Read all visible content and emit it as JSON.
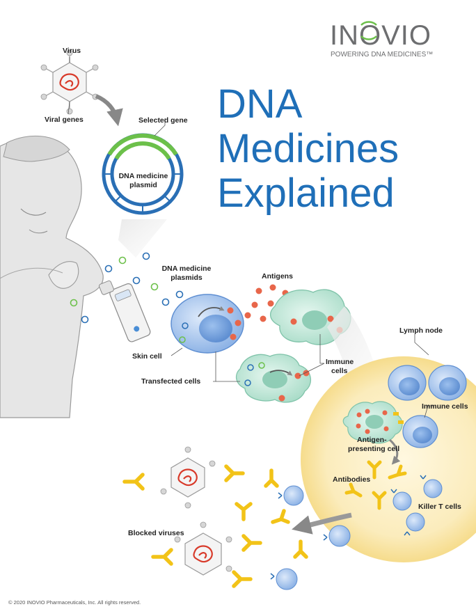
{
  "brand": {
    "name": "INOVIO",
    "tagline": "POWERING DNA MEDICINES™"
  },
  "title": {
    "line1": "DNA",
    "line2": "Medicines",
    "line3": "Explained"
  },
  "labels": {
    "virus": "Virus",
    "viral_genes": "Viral genes",
    "selected_gene": "Selected gene",
    "plasmid_line1": "DNA medicine",
    "plasmid_line2": "plasmid",
    "plasmids_line1": "DNA medicine",
    "plasmids_line2": "plasmids",
    "antigens": "Antigens",
    "skin_cell": "Skin cell",
    "transfected_cells": "Transfected cells",
    "immune_cells_line1": "Immune",
    "immune_cells_line2": "cells",
    "lymph_node": "Lymph node",
    "lymph_immune_cells": "Immune cells",
    "apc_line1": "Antigen-",
    "apc_line2": "presenting cell",
    "antibodies": "Antibodies",
    "killer_t_cells": "Killer T cells",
    "blocked_viruses": "Blocked viruses"
  },
  "footer": {
    "copyright": "© 2020 INOVIO Pharmaceuticals, Inc. All rights reserved."
  },
  "colors": {
    "title_blue": "#1f6fb8",
    "plasmid_blue": "#2a6fb5",
    "gene_green": "#6cc04a",
    "antigen_red": "#e8664a",
    "antibody_yellow": "#f2c318",
    "cell_blue": "#9cc0ea",
    "immune_green": "#c4eadc",
    "lymph_yellow": "#fbe9b0"
  }
}
